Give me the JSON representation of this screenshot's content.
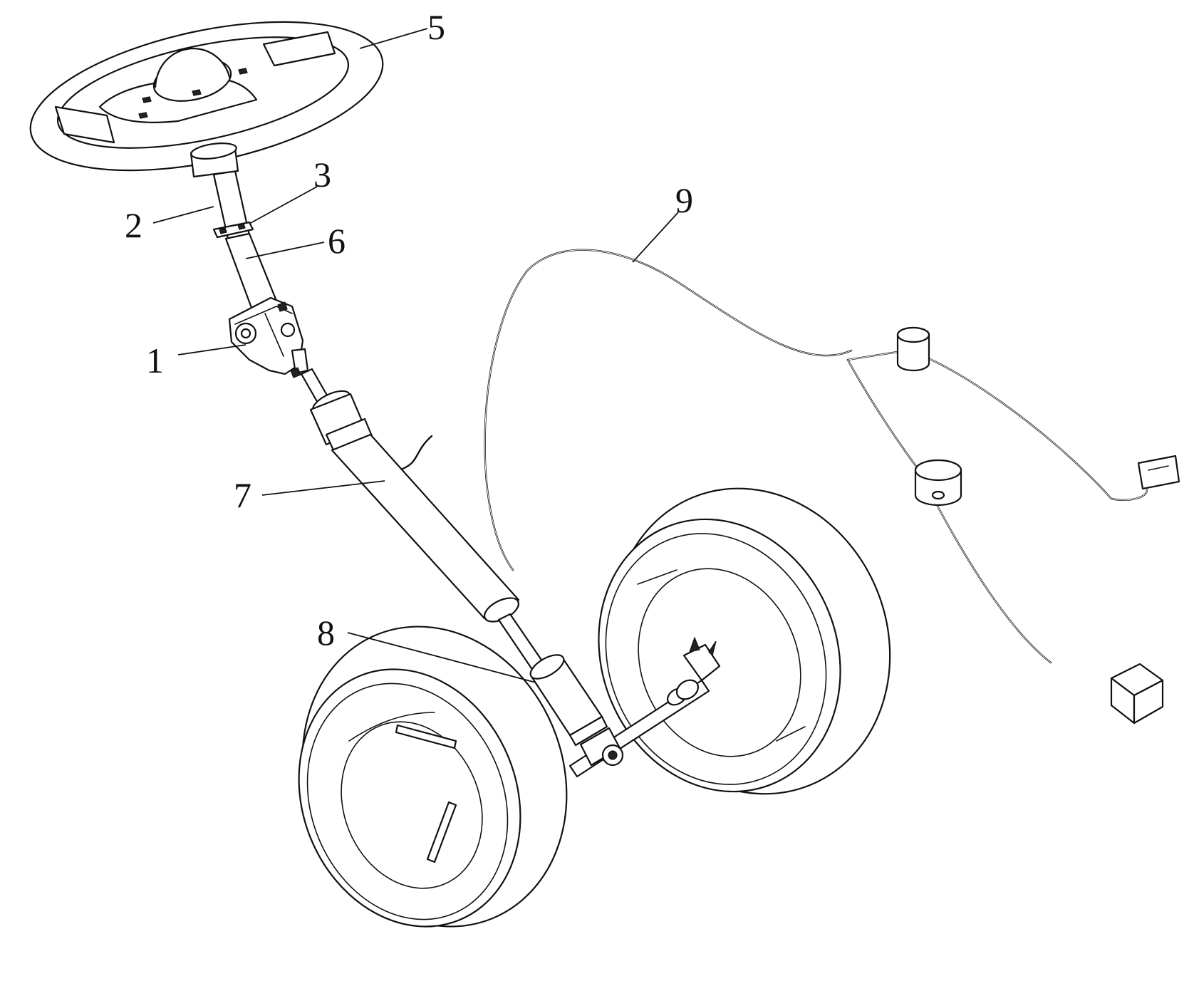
{
  "figure": {
    "callouts": [
      {
        "id": "1",
        "label": "1"
      },
      {
        "id": "2",
        "label": "2"
      },
      {
        "id": "3",
        "label": "3"
      },
      {
        "id": "5",
        "label": "5"
      },
      {
        "id": "6",
        "label": "6"
      },
      {
        "id": "7",
        "label": "7"
      },
      {
        "id": "8",
        "label": "8"
      },
      {
        "id": "9",
        "label": "9"
      }
    ]
  },
  "colors": {
    "line": "#111111",
    "background": "#ffffff"
  }
}
